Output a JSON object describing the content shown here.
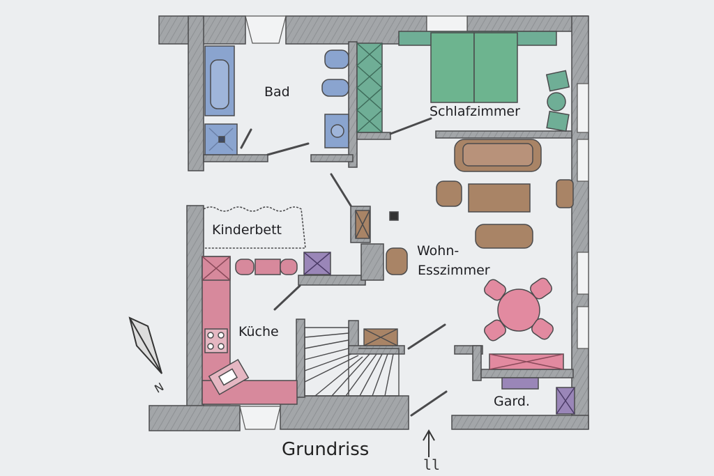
{
  "title": "Grundriss",
  "rooms": {
    "bad": "Bad",
    "schlafzimmer": "Schlafzimmer",
    "kinderbett": "Kinderbett",
    "wohn_line1": "Wohn-",
    "wohn_line2": "Esszimmer",
    "kueche": "Küche",
    "garderobe": "Gard."
  },
  "north_label": "N",
  "entrance_marker": "ll",
  "colors": {
    "wall": "#9c9fa2",
    "wall_stroke": "#4a4a4c",
    "bath": "#8aa4cf",
    "wardrobe": "#6fae96",
    "bed": "#6db48f",
    "wood": "#a98466",
    "kitchen": "#d7899c",
    "dining": "#e28aa0",
    "cabinet": "#9a86b8"
  },
  "icons": {
    "north": "north-arrow-icon",
    "entrance": "entrance-arrow-icon"
  }
}
